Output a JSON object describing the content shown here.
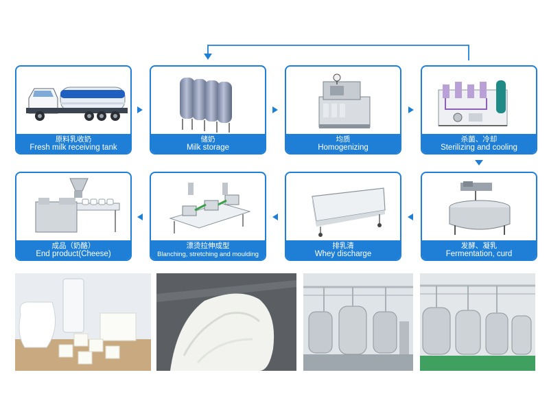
{
  "steps": [
    {
      "zh": "原料乳收奶",
      "en": "Fresh milk receiving tank",
      "icon": "milk-tanker-truck-icon"
    },
    {
      "zh": "储奶",
      "en": "Milk storage",
      "icon": "storage-tanks-icon"
    },
    {
      "zh": "均质",
      "en": "Homogenizing",
      "icon": "homogenizer-icon"
    },
    {
      "zh": "杀菌、冷却",
      "en": "Sterilizing and cooling",
      "icon": "sterilizer-unit-icon"
    },
    {
      "zh": "发酵、凝乳",
      "en": "Fermentation, curd",
      "icon": "cheese-vat-icon"
    },
    {
      "zh": "排乳清",
      "en": "Whey discharge",
      "icon": "whey-trolley-icon"
    },
    {
      "zh": "漂烫拉伸成型",
      "en": "Blanching, stretching and moulding",
      "icon": "stretching-machine-icon"
    },
    {
      "zh": "成品（奶酪）",
      "en": "End product(Cheese)",
      "icon": "cheese-forming-machine-icon"
    }
  ],
  "photos": [
    {
      "icon": "cheese-and-milk-photo"
    },
    {
      "icon": "curd-photo"
    },
    {
      "icon": "factory-tanks-photo"
    },
    {
      "icon": "factory-tanks-photo"
    }
  ],
  "colors": {
    "accent": "#1f7fd6"
  }
}
